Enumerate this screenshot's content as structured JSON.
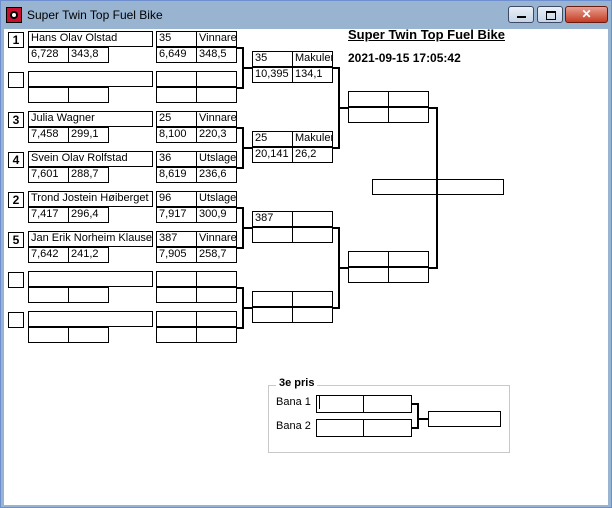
{
  "window": {
    "title": "Super Twin Top Fuel Bike"
  },
  "event": {
    "heading": "Super Twin Top Fuel Bike",
    "datetime": "2021-09-15 17:05:42"
  },
  "round1": [
    {
      "seed": "1",
      "name": "Hans Olav Olstad",
      "rt": "6,728",
      "speed": "343,8"
    },
    {
      "seed": "",
      "name": "",
      "rt": "",
      "speed": ""
    },
    {
      "seed": "3",
      "name": "Julia Wagner",
      "rt": "7,458",
      "speed": "299,1"
    },
    {
      "seed": "4",
      "name": "Svein Olav Rolfstad",
      "rt": "7,601",
      "speed": "288,7"
    },
    {
      "seed": "2",
      "name": "Trond Jostein Høiberget",
      "rt": "7,417",
      "speed": "296,4"
    },
    {
      "seed": "5",
      "name": "Jan Erik Norheim Klausen",
      "rt": "7,642",
      "speed": "241,2"
    },
    {
      "seed": "",
      "name": "",
      "rt": "",
      "speed": ""
    },
    {
      "seed": "",
      "name": "",
      "rt": "",
      "speed": ""
    }
  ],
  "round1_results": [
    {
      "id": "35",
      "status": "Vinnare",
      "et": "6,649",
      "speed": "348,5"
    },
    {
      "id": "",
      "status": "",
      "et": "",
      "speed": ""
    },
    {
      "id": "25",
      "status": "Vinnare",
      "et": "8,100",
      "speed": "220,3"
    },
    {
      "id": "36",
      "status": "Utslagen",
      "et": "8,619",
      "speed": "236,6"
    },
    {
      "id": "96",
      "status": "Utslagen",
      "et": "7,917",
      "speed": "300,9"
    },
    {
      "id": "387",
      "status": "Vinnare",
      "et": "7,905",
      "speed": "258,7"
    },
    {
      "id": "",
      "status": "",
      "et": "",
      "speed": ""
    },
    {
      "id": "",
      "status": "",
      "et": "",
      "speed": ""
    }
  ],
  "round2": [
    {
      "id": "35",
      "status": "Makuler",
      "et": "10,395",
      "speed": "134,1"
    },
    {
      "id": "25",
      "status": "Makuler",
      "et": "20,141",
      "speed": "26,2"
    },
    {
      "id": "387",
      "status": "",
      "et": "",
      "speed": ""
    },
    {
      "id": "",
      "status": "",
      "et": "",
      "speed": ""
    }
  ],
  "semis": [
    {
      "a": "",
      "b": "",
      "c": "",
      "d": ""
    },
    {
      "a": "",
      "b": "",
      "c": "",
      "d": ""
    }
  ],
  "final": {
    "value": ""
  },
  "third_place": {
    "label": "3e pris",
    "lane1": "Bana 1",
    "lane2": "Bana 2",
    "lane1_a": "",
    "lane1_b": "",
    "lane2_a": "",
    "lane2_b": "",
    "result": ""
  }
}
